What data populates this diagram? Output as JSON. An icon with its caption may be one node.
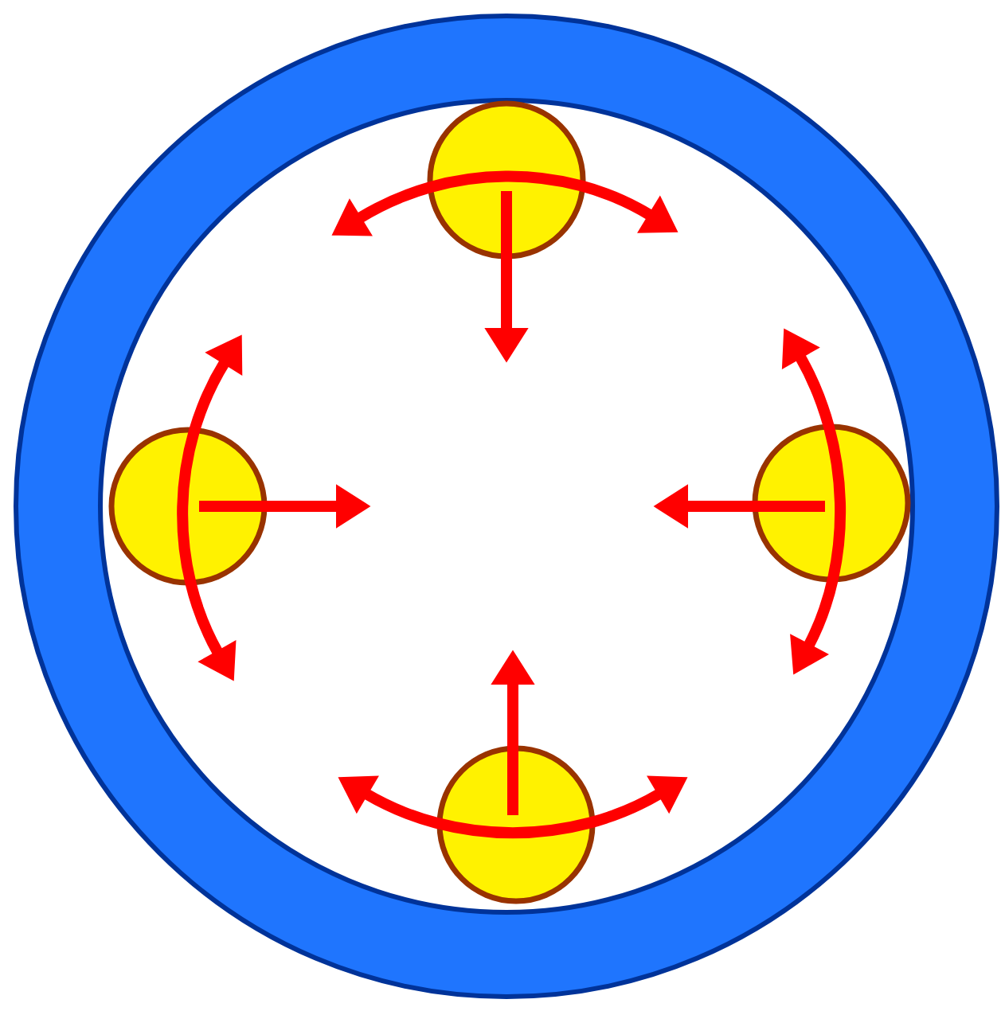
{
  "diagram": {
    "nodes": [
      {
        "text": [],
        "shape": "ring"
      },
      {
        "text": [],
        "shape": "circle",
        "in": 0
      },
      {
        "text": [],
        "shape": "circle",
        "in": 0
      },
      {
        "text": [],
        "shape": "circle",
        "in": 0
      },
      {
        "text": [],
        "shape": "circle",
        "in": 0
      }
    ]
  }
}
